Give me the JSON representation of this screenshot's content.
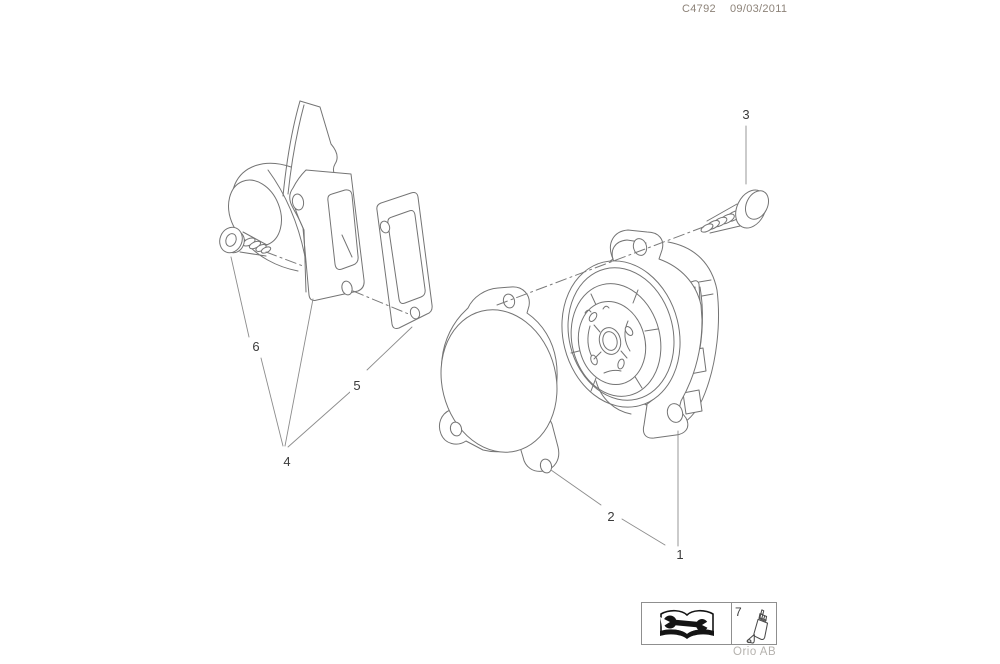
{
  "page": {
    "background": "#ffffff"
  },
  "header": {
    "code": "C4792",
    "date": "09/03/2011"
  },
  "diagram": {
    "description_type": "exploded-parts-line-drawing",
    "callouts": [
      {
        "label": "1"
      },
      {
        "label": "2"
      },
      {
        "label": "3"
      },
      {
        "label": "4"
      },
      {
        "label": "5"
      },
      {
        "label": "6"
      }
    ]
  },
  "legend": {
    "manual_icon": "workshop-manual-book-wrench-icon",
    "sealant": {
      "label": "7",
      "icon": "sealant-bottle-icon"
    }
  },
  "footer": {
    "brand": "Orio AB"
  },
  "colors": {
    "line_art": "#747474",
    "leader_line": "#8c8c8c",
    "center_line": "#7a7a7a",
    "callout_text": "#3b3b3b",
    "header_text": "#8d8379",
    "footer_text": "#b5b2ae",
    "legend_border": "#8f8f8f",
    "icon_black": "#141414"
  }
}
